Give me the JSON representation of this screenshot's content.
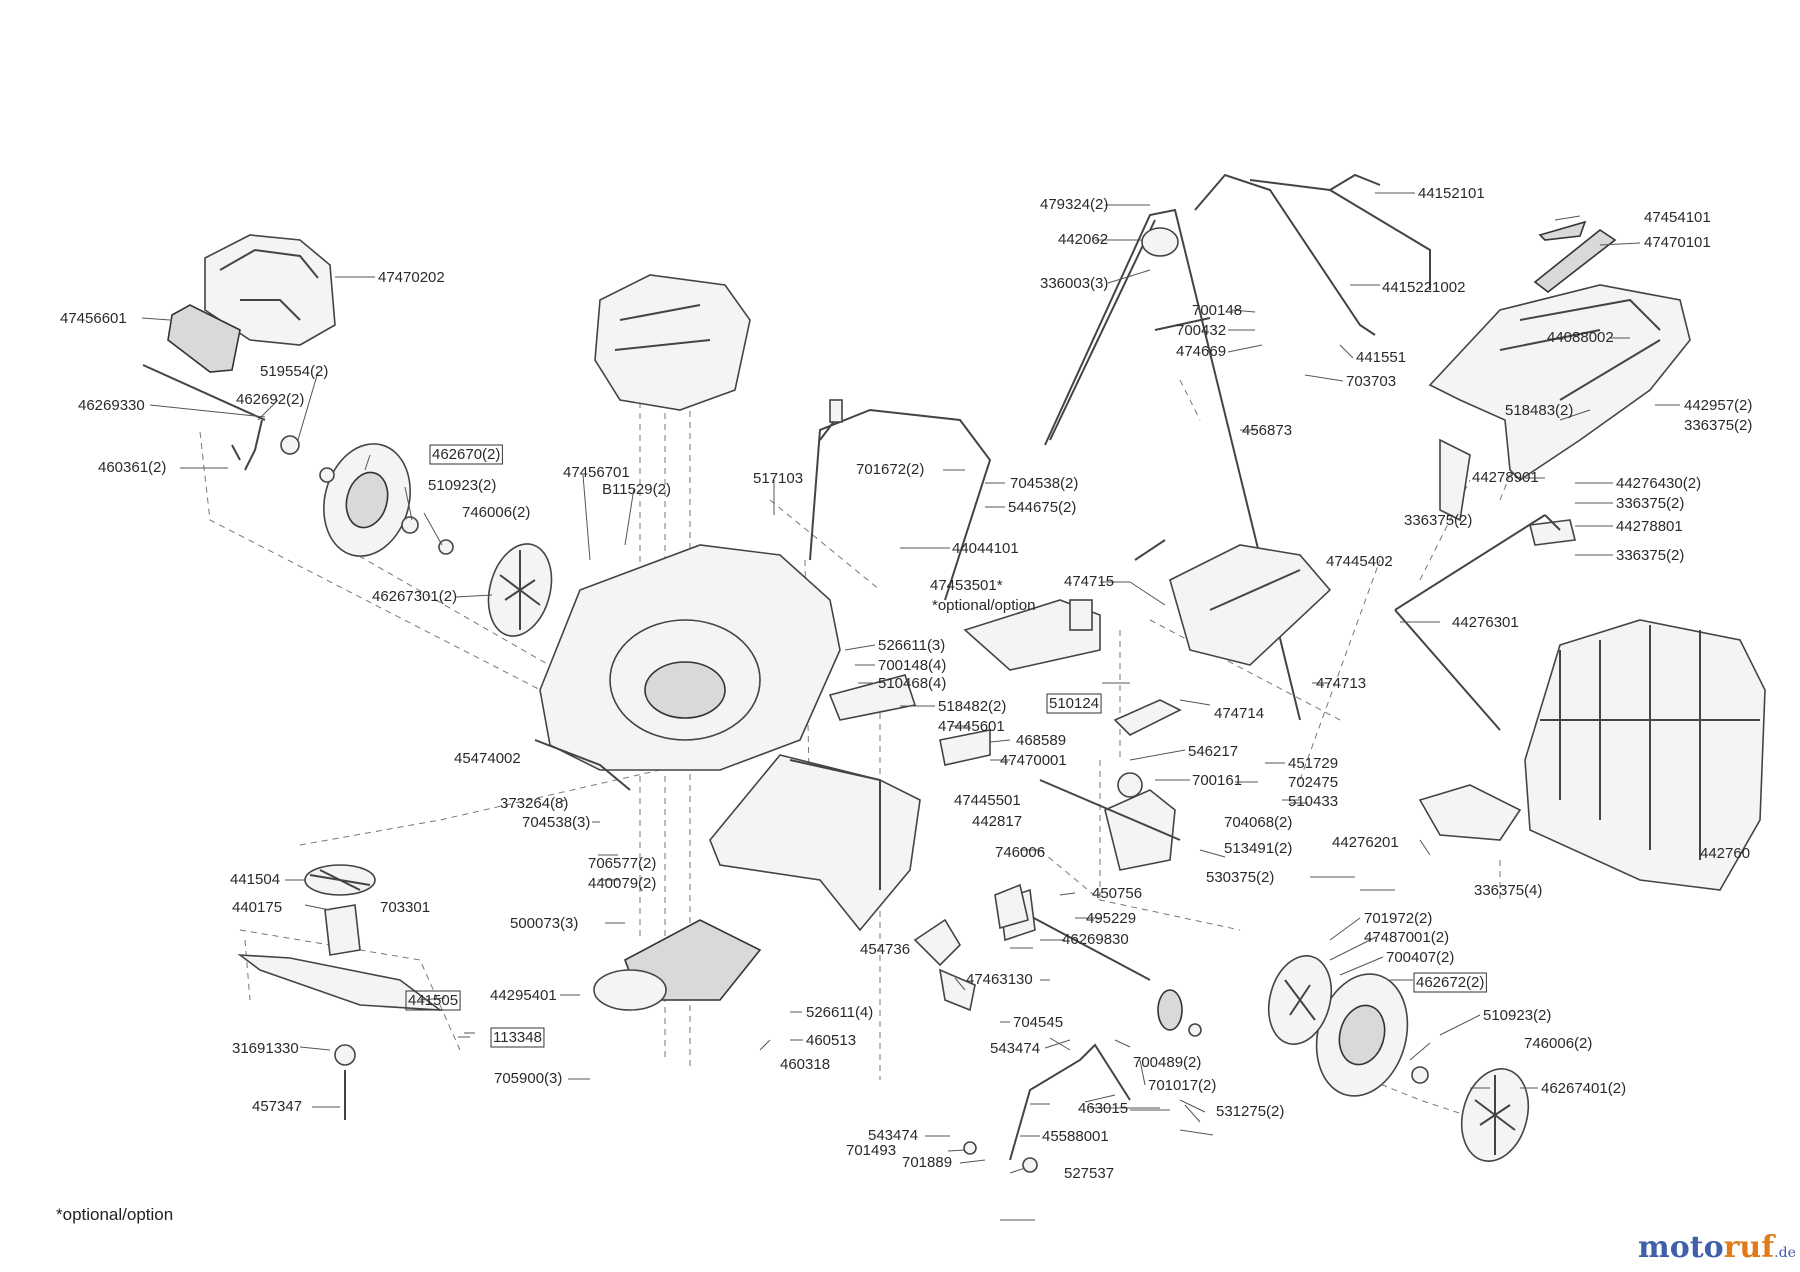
{
  "labels": [
    {
      "id": "p47470202",
      "text": "47470202"
    },
    {
      "id": "p47456601",
      "text": "47456601"
    },
    {
      "id": "p519554",
      "text": "519554(2)"
    },
    {
      "id": "p46269330",
      "text": "46269330"
    },
    {
      "id": "p462692",
      "text": "462692(2)"
    },
    {
      "id": "p462670",
      "text": "462670(2)",
      "boxed": true
    },
    {
      "id": "p460361",
      "text": "460361(2)"
    },
    {
      "id": "p510923a",
      "text": "510923(2)"
    },
    {
      "id": "p746006a",
      "text": "746006(2)"
    },
    {
      "id": "p46267301",
      "text": "46267301(2)"
    },
    {
      "id": "p47456701",
      "text": "47456701"
    },
    {
      "id": "pB11529",
      "text": "B11529(2)"
    },
    {
      "id": "p517103",
      "text": "517103"
    },
    {
      "id": "p479324",
      "text": "479324(2)"
    },
    {
      "id": "p442062",
      "text": "442062"
    },
    {
      "id": "p336003",
      "text": "336003(3)"
    },
    {
      "id": "p44152101",
      "text": "44152101"
    },
    {
      "id": "p4415221002",
      "text": "4415221002"
    },
    {
      "id": "p700148a",
      "text": "700148"
    },
    {
      "id": "p700432",
      "text": "700432"
    },
    {
      "id": "p474669",
      "text": "474669"
    },
    {
      "id": "p441551",
      "text": "441551"
    },
    {
      "id": "p703703",
      "text": "703703"
    },
    {
      "id": "p456873",
      "text": "456873"
    },
    {
      "id": "p701672",
      "text": "701672(2)"
    },
    {
      "id": "p704538a",
      "text": "704538(2)"
    },
    {
      "id": "p544675",
      "text": "544675(2)"
    },
    {
      "id": "p44044101",
      "text": "44044101"
    },
    {
      "id": "p47453501",
      "text": "47453501*"
    },
    {
      "id": "poptional1",
      "text": "*optional/option"
    },
    {
      "id": "p474715",
      "text": "474715"
    },
    {
      "id": "p47445402",
      "text": "47445402"
    },
    {
      "id": "p47454101",
      "text": "47454101"
    },
    {
      "id": "p47470101",
      "text": "47470101"
    },
    {
      "id": "p44088002",
      "text": "44088002"
    },
    {
      "id": "p442957",
      "text": "442957(2)"
    },
    {
      "id": "p336375a",
      "text": "336375(2)"
    },
    {
      "id": "p518483",
      "text": "518483(2)"
    },
    {
      "id": "p44278901",
      "text": "44278901"
    },
    {
      "id": "p44276430",
      "text": "44276430(2)"
    },
    {
      "id": "p336375b",
      "text": "336375(2)"
    },
    {
      "id": "p336375c",
      "text": "336375(2)"
    },
    {
      "id": "p44278801",
      "text": "44278801"
    },
    {
      "id": "p336375d",
      "text": "336375(2)"
    },
    {
      "id": "p44276301",
      "text": "44276301"
    },
    {
      "id": "p526611a",
      "text": "526611(3)"
    },
    {
      "id": "p700148b",
      "text": "700148(4)"
    },
    {
      "id": "p510468",
      "text": "510468(4)"
    },
    {
      "id": "p518482",
      "text": "518482(2)"
    },
    {
      "id": "p510124",
      "text": "510124",
      "boxed": true
    },
    {
      "id": "p474713",
      "text": "474713"
    },
    {
      "id": "p474714",
      "text": "474714"
    },
    {
      "id": "p47445601",
      "text": "47445601"
    },
    {
      "id": "p468589",
      "text": "468589"
    },
    {
      "id": "p47470001",
      "text": "47470001"
    },
    {
      "id": "p45474002",
      "text": "45474002"
    },
    {
      "id": "p546217",
      "text": "546217"
    },
    {
      "id": "p451729",
      "text": "451729"
    },
    {
      "id": "p702475",
      "text": "702475"
    },
    {
      "id": "p700161",
      "text": "700161"
    },
    {
      "id": "p510433",
      "text": "510433"
    },
    {
      "id": "p373264",
      "text": "373264(8)"
    },
    {
      "id": "p704538b",
      "text": "704538(3)"
    },
    {
      "id": "p47445501",
      "text": "47445501"
    },
    {
      "id": "p442817",
      "text": "442817"
    },
    {
      "id": "p704068",
      "text": "704068(2)"
    },
    {
      "id": "p513491",
      "text": "513491(2)"
    },
    {
      "id": "p44276201",
      "text": "44276201"
    },
    {
      "id": "p442760",
      "text": "442760"
    },
    {
      "id": "p706577",
      "text": "706577(2)"
    },
    {
      "id": "p440079",
      "text": "440079(2)"
    },
    {
      "id": "p746006b",
      "text": "746006"
    },
    {
      "id": "p530375",
      "text": "530375(2)"
    },
    {
      "id": "p336375e",
      "text": "336375(4)"
    },
    {
      "id": "p441504",
      "text": "441504"
    },
    {
      "id": "p450756",
      "text": "450756"
    },
    {
      "id": "p440175",
      "text": "440175"
    },
    {
      "id": "p703301",
      "text": "703301"
    },
    {
      "id": "p495229",
      "text": "495229"
    },
    {
      "id": "p500073",
      "text": "500073(3)"
    },
    {
      "id": "p701972",
      "text": "701972(2)"
    },
    {
      "id": "p47487001",
      "text": "47487001(2)"
    },
    {
      "id": "p454736",
      "text": "454736"
    },
    {
      "id": "p46269830",
      "text": "46269830"
    },
    {
      "id": "p700407",
      "text": "700407(2)"
    },
    {
      "id": "p462672",
      "text": "462672(2)",
      "boxed": true
    },
    {
      "id": "p47463130",
      "text": "47463130"
    },
    {
      "id": "p44295401",
      "text": "44295401"
    },
    {
      "id": "p441505",
      "text": "441505",
      "boxed": true
    },
    {
      "id": "p526611b",
      "text": "526611(4)"
    },
    {
      "id": "p704545",
      "text": "704545"
    },
    {
      "id": "p510923b",
      "text": "510923(2)"
    },
    {
      "id": "p113348",
      "text": "113348",
      "boxed": true
    },
    {
      "id": "p460513",
      "text": "460513"
    },
    {
      "id": "p543474a",
      "text": "543474"
    },
    {
      "id": "p700489",
      "text": "700489(2)"
    },
    {
      "id": "p746006c",
      "text": "746006(2)"
    },
    {
      "id": "p31691330",
      "text": "31691330"
    },
    {
      "id": "p460318",
      "text": "460318"
    },
    {
      "id": "p705900",
      "text": "705900(3)"
    },
    {
      "id": "p701017",
      "text": "701017(2)"
    },
    {
      "id": "p46267401",
      "text": "46267401(2)"
    },
    {
      "id": "p463015",
      "text": "463015"
    },
    {
      "id": "p531275",
      "text": "531275(2)"
    },
    {
      "id": "p457347",
      "text": "457347"
    },
    {
      "id": "p543474b",
      "text": "543474"
    },
    {
      "id": "p45588001",
      "text": "45588001"
    },
    {
      "id": "p701493",
      "text": "701493"
    },
    {
      "id": "p701889",
      "text": "701889"
    },
    {
      "id": "p527537",
      "text": "527537"
    }
  ],
  "footnote": "*optional/option",
  "logo": {
    "part1": "moto",
    "part2": "ruf",
    "part3": ".de"
  }
}
